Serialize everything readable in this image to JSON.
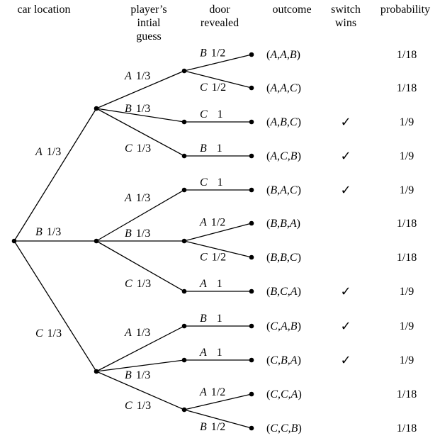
{
  "headers": {
    "car_location": "car location",
    "initial_guess": [
      "player’s",
      "intial",
      "guess"
    ],
    "door_revealed": [
      "door",
      "revealed"
    ],
    "outcome": "outcome",
    "switch_wins": [
      "switch",
      "wins"
    ],
    "probability": "probability"
  },
  "check_mark": "✓",
  "car_branches": [
    {
      "door": "A",
      "prob": "1/3"
    },
    {
      "door": "B",
      "prob": "1/3"
    },
    {
      "door": "C",
      "prob": "1/3"
    }
  ],
  "guess_branches": [
    {
      "car": 0,
      "door": "A",
      "prob": "1/3"
    },
    {
      "car": 0,
      "door": "B",
      "prob": "1/3"
    },
    {
      "car": 0,
      "door": "C",
      "prob": "1/3"
    },
    {
      "car": 1,
      "door": "A",
      "prob": "1/3"
    },
    {
      "car": 1,
      "door": "B",
      "prob": "1/3"
    },
    {
      "car": 1,
      "door": "C",
      "prob": "1/3"
    },
    {
      "car": 2,
      "door": "A",
      "prob": "1/3"
    },
    {
      "car": 2,
      "door": "B",
      "prob": "1/3"
    },
    {
      "car": 2,
      "door": "C",
      "prob": "1/3"
    }
  ],
  "leaves": [
    {
      "guess": 0,
      "revealed": "B",
      "prob": "1/2",
      "outcome": [
        "A",
        "A",
        "B"
      ],
      "switch_wins": false,
      "probability": "1/18"
    },
    {
      "guess": 0,
      "revealed": "C",
      "prob": "1/2",
      "outcome": [
        "A",
        "A",
        "C"
      ],
      "switch_wins": false,
      "probability": "1/18"
    },
    {
      "guess": 1,
      "revealed": "C",
      "prob": "1",
      "outcome": [
        "A",
        "B",
        "C"
      ],
      "switch_wins": true,
      "probability": "1/9"
    },
    {
      "guess": 2,
      "revealed": "B",
      "prob": "1",
      "outcome": [
        "A",
        "C",
        "B"
      ],
      "switch_wins": true,
      "probability": "1/9"
    },
    {
      "guess": 3,
      "revealed": "C",
      "prob": "1",
      "outcome": [
        "B",
        "A",
        "C"
      ],
      "switch_wins": true,
      "probability": "1/9"
    },
    {
      "guess": 4,
      "revealed": "A",
      "prob": "1/2",
      "outcome": [
        "B",
        "B",
        "A"
      ],
      "switch_wins": false,
      "probability": "1/18"
    },
    {
      "guess": 4,
      "revealed": "C",
      "prob": "1/2",
      "outcome": [
        "B",
        "B",
        "C"
      ],
      "switch_wins": false,
      "probability": "1/18"
    },
    {
      "guess": 5,
      "revealed": "A",
      "prob": "1",
      "outcome": [
        "B",
        "C",
        "A"
      ],
      "switch_wins": true,
      "probability": "1/9"
    },
    {
      "guess": 6,
      "revealed": "B",
      "prob": "1",
      "outcome": [
        "C",
        "A",
        "B"
      ],
      "switch_wins": true,
      "probability": "1/9"
    },
    {
      "guess": 7,
      "revealed": "A",
      "prob": "1",
      "outcome": [
        "C",
        "B",
        "A"
      ],
      "switch_wins": true,
      "probability": "1/9"
    },
    {
      "guess": 8,
      "revealed": "A",
      "prob": "1/2",
      "outcome": [
        "C",
        "C",
        "A"
      ],
      "switch_wins": false,
      "probability": "1/18"
    },
    {
      "guess": 8,
      "revealed": "B",
      "prob": "1/2",
      "outcome": [
        "C",
        "C",
        "B"
      ],
      "switch_wins": false,
      "probability": "1/18"
    }
  ]
}
